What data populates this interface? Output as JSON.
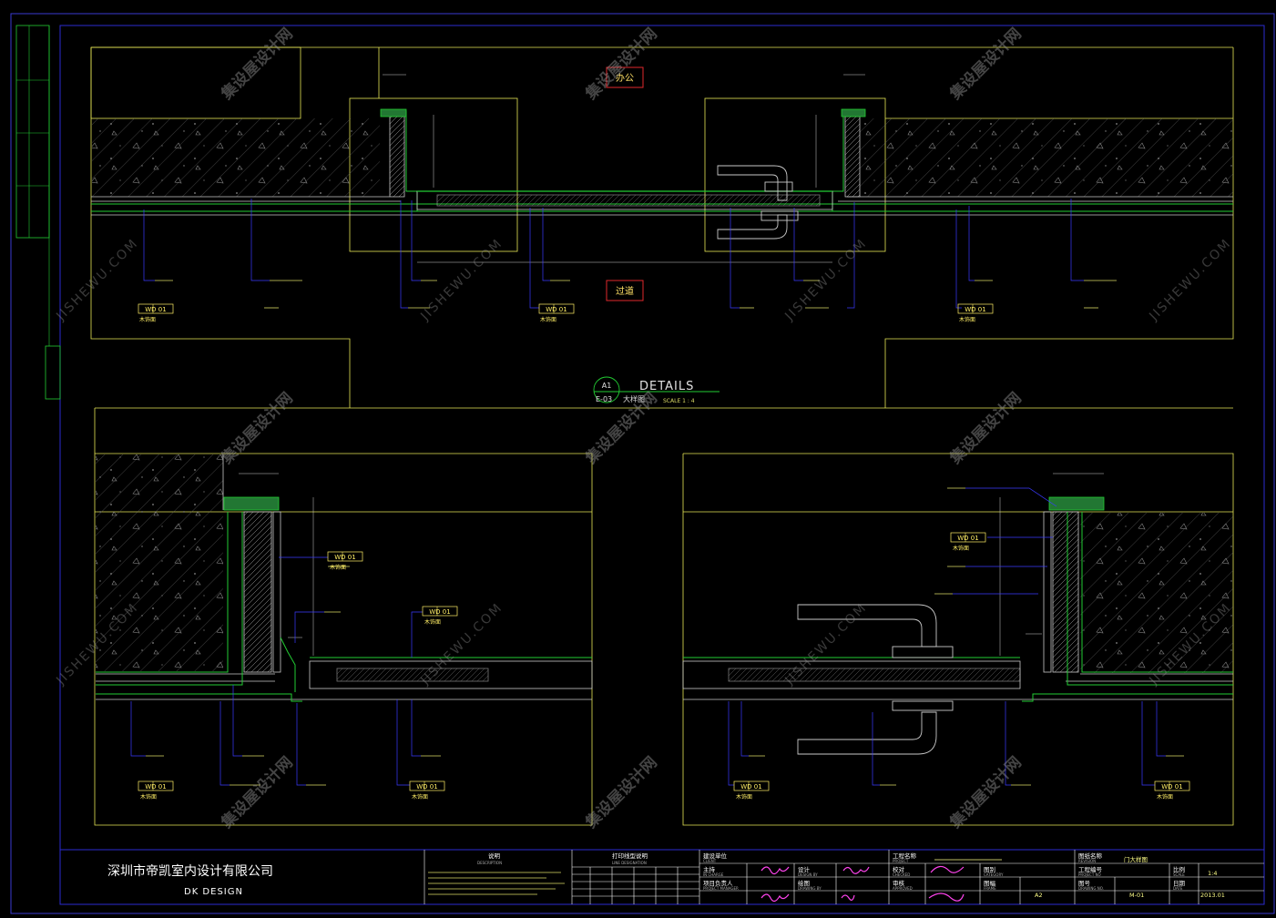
{
  "drawing": {
    "labels_red": {
      "office": "办公",
      "corridor": "过道"
    },
    "details": {
      "id": "A1",
      "sheet": "E-03",
      "title": "DETAILS",
      "subtitle": "大样图",
      "scale": "SCALE  1 : 4"
    },
    "material_code": "WD 01",
    "material_name": "木饰面"
  },
  "titleblock": {
    "company_cn": "深圳市帝凯室内设计有限公司",
    "company_en": "DK   DESIGN",
    "notes_title": "说明",
    "notes_sub": "DESCRIPTION",
    "print_title": "打印线型说明",
    "print_sub": "LINE DESIGNATION",
    "client_label": "建设单位",
    "client_sub": "CLIENT",
    "lead_label": "主持",
    "lead_sub": "IN CHARGE",
    "design_label": "设计",
    "design_sub": "DESIGN BY",
    "pm_label": "项目负责人",
    "pm_sub": "PROJECT MANAGER",
    "drawn_label": "绘图",
    "drawn_sub": "DRAWING BY",
    "project_label": "工程名称",
    "project_sub": "PROJECT",
    "check_label": "校对",
    "check_sub": "CHECKED",
    "approve_label": "审核",
    "approve_sub": "APPROVED",
    "category_label": "图别",
    "category_sub": "CATEGORY",
    "frame_label": "图幅",
    "frame_sub": "FRAME",
    "frame_value": "A2",
    "drawingno_label": "图号",
    "drawingno_sub": "DRAWING NO.",
    "drawingno_value": "M-01",
    "sheetname_label": "图纸名称",
    "sheetname_sub": "REVISION",
    "sheetname_value": "门大样图",
    "projno_label": "工程编号",
    "projno_sub": "PROJECT NO",
    "scale_label": "比例",
    "scale_sub": "SCALE",
    "scale_value": "1:4",
    "date_label": "日期",
    "date_sub": "DATE",
    "date_value": "2013.01"
  },
  "watermark": {
    "cn": "集设屋设计网",
    "en": "JISHEWU.COM"
  },
  "colors": {
    "background": "#000000",
    "frame": "#2b2bd0",
    "section": "#e6e655",
    "structure": "#c8c8c8",
    "finish": "#22cc33",
    "leader": "#3a3aff",
    "tag_border": "#e0282d"
  }
}
